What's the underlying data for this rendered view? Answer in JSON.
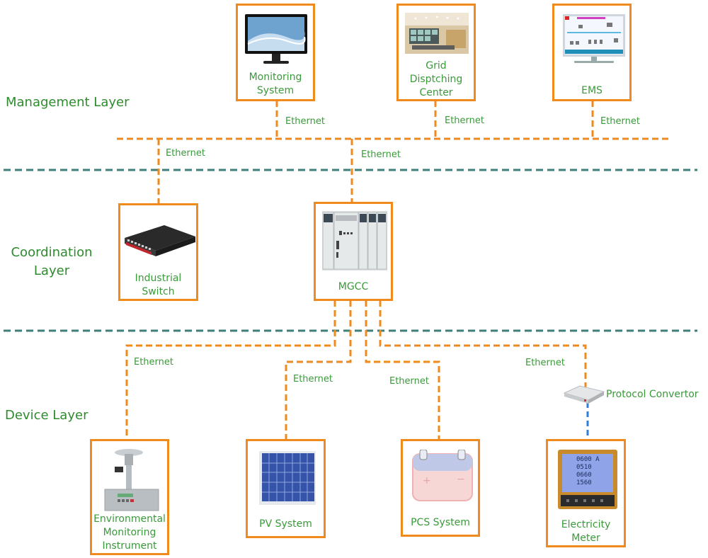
{
  "layers": {
    "management": "Management Layer",
    "coordination_line1": "Coordination",
    "coordination_line2": "Layer",
    "device": "Device Layer"
  },
  "nodes": {
    "monitoring_system": {
      "line1": "Monitoring",
      "line2": "System"
    },
    "grid_dispatching": {
      "line1": "Grid",
      "line2": "Disptching",
      "line3": "Center"
    },
    "ems": {
      "line1": "EMS"
    },
    "industrial_switch": {
      "line1": "Industrial",
      "line2": "Switch"
    },
    "mgcc": {
      "line1": "MGCC"
    },
    "env_monitoring": {
      "line1": "Environmental",
      "line2": "Monitoring",
      "line3": "Instrument"
    },
    "pv_system": {
      "line1": "PV System"
    },
    "pcs_system": {
      "line1": "PCS System"
    },
    "electricity_meter": {
      "line1": "Electricity",
      "line2": "Meter"
    }
  },
  "protocol_convertor": "Protocol Convertor",
  "link_label": "Ethernet",
  "colors": {
    "box_border": "#f08a1c",
    "ethernet_line": "#f08a1c",
    "layer_divider": "#3f7f7a",
    "serial_line": "#2f7fd8",
    "text_green": "#3a9a3a"
  }
}
